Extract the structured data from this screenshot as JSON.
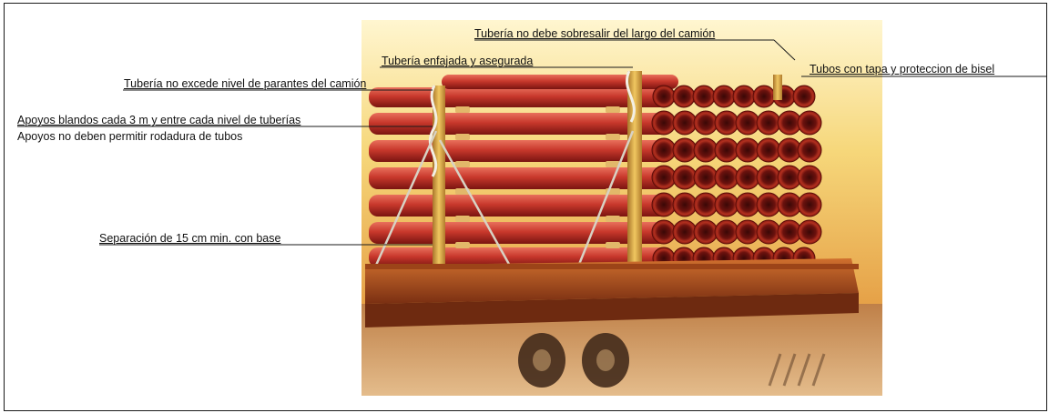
{
  "labels": {
    "truck_length": "Tubería no debe sobresalir del largo del camión",
    "strapped": "Tubería enfajada y asegurada",
    "caps": "Tubos con tapa y proteccion de bisel",
    "stake_level": "Tubería no excede nivel de parantes del camión",
    "soft_supports": "Apoyos blandos cada 3 m y entre cada nivel de tuberías",
    "no_rolling": "Apoyos no deben permitir rodadura de tubos",
    "separation": "Separación de 15 cm min. con base"
  },
  "colors": {
    "pipe": "#c8382c",
    "pipe_dark": "#7a1410",
    "stake": "#d6a53a",
    "truck_bed": "#b5521e",
    "background_warm": "#f2c75a"
  }
}
